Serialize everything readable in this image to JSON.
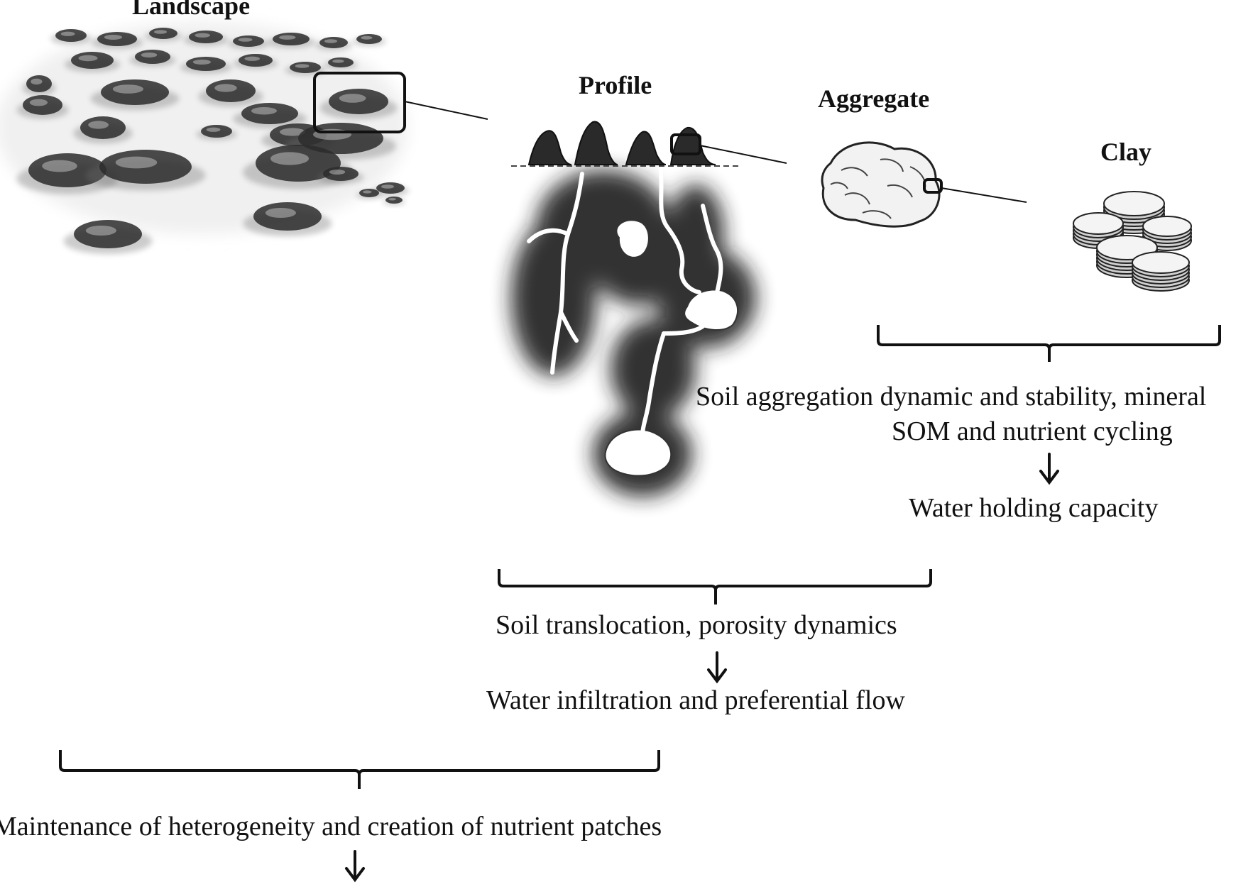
{
  "scales": {
    "landscape": "Landscape",
    "profile": "Profile",
    "aggregate": "Aggregate",
    "clay": "Clay"
  },
  "processes": {
    "aggregate_clay": {
      "line1": "Soil aggregation dynamic and stability, mineral",
      "line2": "SOM and nutrient cycling",
      "outcome": "Water holding capacity"
    },
    "profile": {
      "text": "Soil translocation, porosity dynamics",
      "outcome": "Water infiltration and preferential flow"
    },
    "landscape": {
      "text": "Maintenance of heterogeneity and creation of nutrient patches"
    }
  },
  "colors": {
    "ink": "#111111",
    "shrub": "#2b2b2b",
    "shrub_light": "#6e6e6e",
    "background": "#ffffff"
  }
}
